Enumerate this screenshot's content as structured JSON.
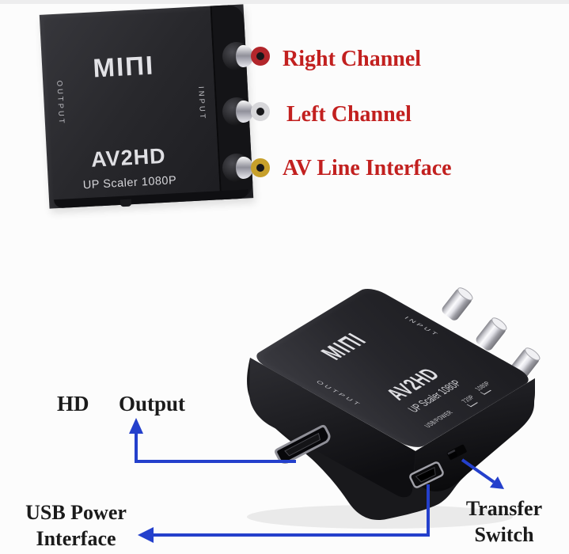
{
  "annotations": {
    "right_channel": "Right Channel",
    "left_channel": "Left Channel",
    "av_line_interface": "AV Line Interface",
    "hd": "HD",
    "output": "Output",
    "usb_power": [
      "USB Power",
      "Interface"
    ],
    "transfer_switch": [
      "Transfer",
      "Switch"
    ]
  },
  "device_front": {
    "logo": "MIΠI",
    "side_left": "OUTPUT",
    "side_right": "INPUT",
    "model": "AV2HD",
    "subtitle": "UP Scaler 1080P",
    "connectors": [
      {
        "name": "right-channel-jack",
        "ring_color": "#b2262b"
      },
      {
        "name": "left-channel-jack",
        "ring_color": "#d7d7da"
      },
      {
        "name": "video-jack",
        "ring_color": "#c7a02b"
      }
    ]
  },
  "device_iso": {
    "logo": "MIΠI",
    "side_left": "OUTPUT",
    "side_right": "INPUT",
    "model": "AV2HD",
    "subtitle": "UP Scaler 1080P",
    "usb_power": "USB/POWER",
    "res_720": "720P",
    "res_1080": "1080P"
  },
  "colors": {
    "annotation_red": "#c2201f",
    "annotation_black": "#1b1b1b",
    "arrow_blue": "#2440cc",
    "device_body": "#232327"
  }
}
